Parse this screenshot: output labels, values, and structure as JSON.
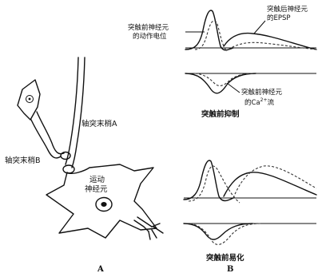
{
  "panels": {
    "a_label": "A",
    "b_label": "B"
  },
  "panel_a": {
    "terminal_a": "轴突末梢A",
    "terminal_b": "轴突末梢B",
    "motor_neuron_line1": "运动",
    "motor_neuron_line2": "神经元"
  },
  "panel_b": {
    "presyn_ap_line1": "突触前神经元",
    "presyn_ap_line2": "的动作电位",
    "postsyn_epsp_line1": "突触后神经元",
    "postsyn_epsp_line2": "的EPSP",
    "ca_flow_line1": "突触前神经元",
    "ca_flow_line2_prefix": "的Ca",
    "ca_flow_sup": "2+",
    "ca_flow_suffix": "流",
    "top_caption": "突触前抑制",
    "bottom_caption": "突触前易化"
  }
}
